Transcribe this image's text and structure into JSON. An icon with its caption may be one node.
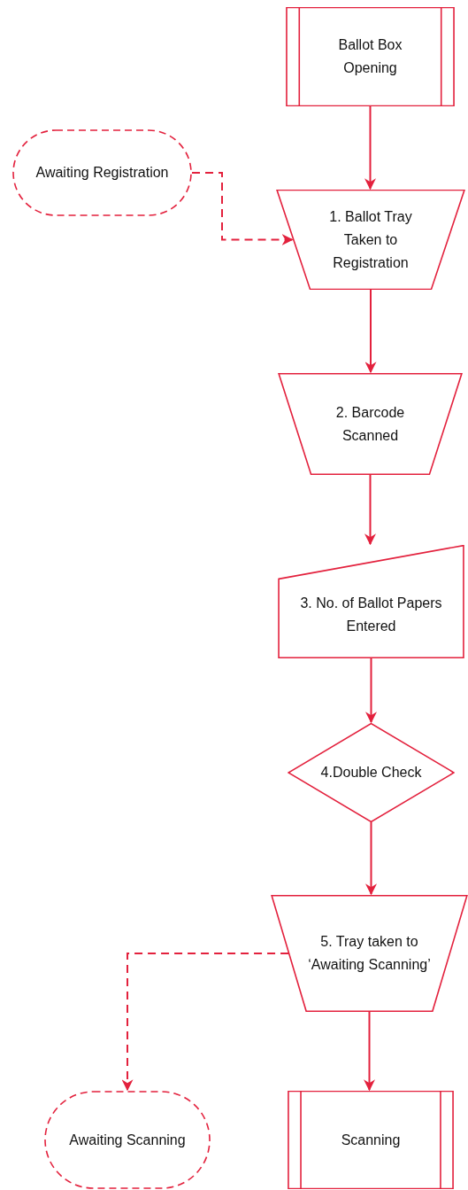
{
  "diagram": {
    "nodes": [
      {
        "text": [
          "Ballot Box Opening"
        ]
      },
      {
        "text": [
          "Awaiting Registration"
        ]
      },
      {
        "text": [
          "1. Ballot Tray Taken to Registration"
        ]
      },
      {
        "text": [
          "2. Barcode Scanned"
        ]
      },
      {
        "text": [
          "3. No. of Ballot Papers Entered"
        ]
      },
      {
        "text": [
          "4.Double Check"
        ]
      },
      {
        "text": [
          "5. Tray taken to ‘Awaiting Scanning’"
        ]
      },
      {
        "text": [
          "Awaiting Scanning"
        ]
      },
      {
        "text": [
          "Scanning"
        ]
      }
    ],
    "edges": [
      {
        "from": 0,
        "to": 2,
        "arrow": "to"
      },
      {
        "from": 1,
        "to": 2,
        "arrow": "to",
        "style": "dashed"
      },
      {
        "from": 2,
        "to": 3,
        "arrow": "to"
      },
      {
        "from": 3,
        "to": 4,
        "arrow": "to"
      },
      {
        "from": 4,
        "to": 5,
        "arrow": "to"
      },
      {
        "from": 5,
        "to": 6,
        "arrow": "to"
      },
      {
        "from": 6,
        "to": 7,
        "arrow": "to",
        "style": "dashed"
      },
      {
        "from": 6,
        "to": 8,
        "arrow": "to"
      }
    ]
  }
}
